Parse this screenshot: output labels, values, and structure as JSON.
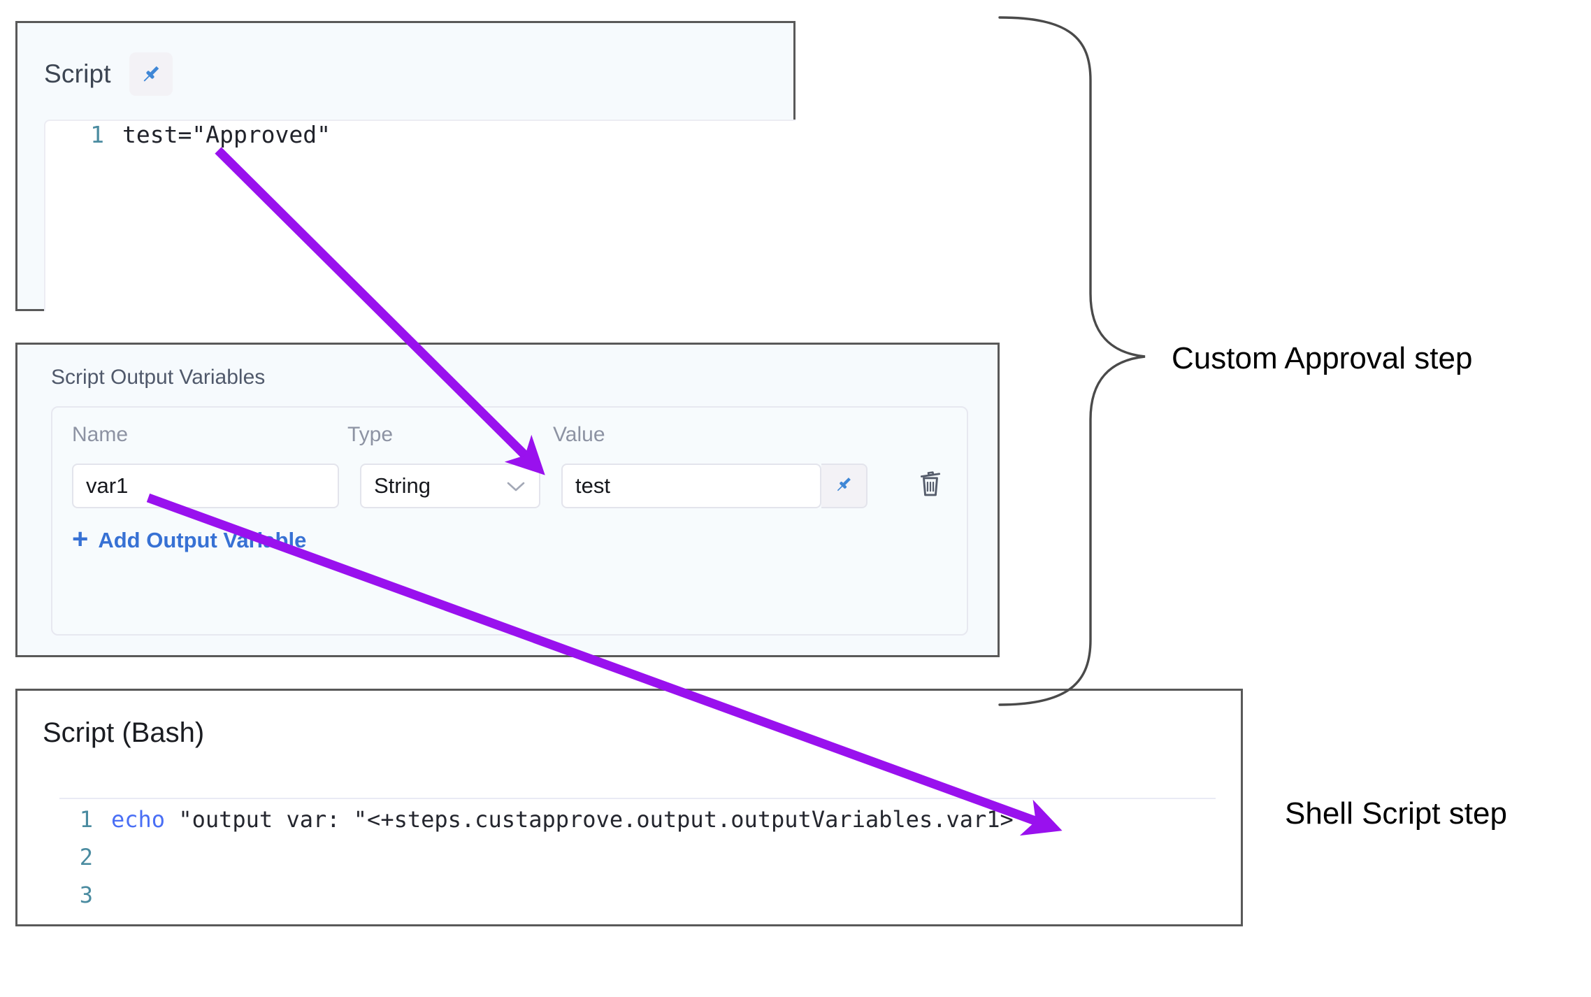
{
  "script_panel": {
    "title": "Script",
    "pin_icon": "pin-icon",
    "code": {
      "lines": [
        {
          "number": "1",
          "text": "test=\"Approved\""
        }
      ]
    }
  },
  "output_variables_panel": {
    "title": "Script Output Variables",
    "columns": [
      "Name",
      "Type",
      "Value"
    ],
    "rows": [
      {
        "name": "var1",
        "type": "String",
        "type_chevron": "chevron-down-icon",
        "value": "test",
        "pin_icon": "pin-icon",
        "delete_icon": "trash-icon"
      }
    ],
    "add_label": "Add Output Variable",
    "add_plus": "+"
  },
  "bash_panel": {
    "title": "Script (Bash)",
    "code": {
      "lines": [
        {
          "number": "1",
          "keyword": "echo",
          "text": " \"output var: \"<+steps.custapprove.output.outputVariables.var1>"
        },
        {
          "number": "2",
          "keyword": "",
          "text": ""
        },
        {
          "number": "3",
          "keyword": "",
          "text": ""
        }
      ]
    }
  },
  "annotations": {
    "custom_approval_label": "Custom Approval step",
    "shell_script_label": "Shell Script step",
    "arrow_color": "#9911ee",
    "brace_color": "#4a4a4a"
  }
}
